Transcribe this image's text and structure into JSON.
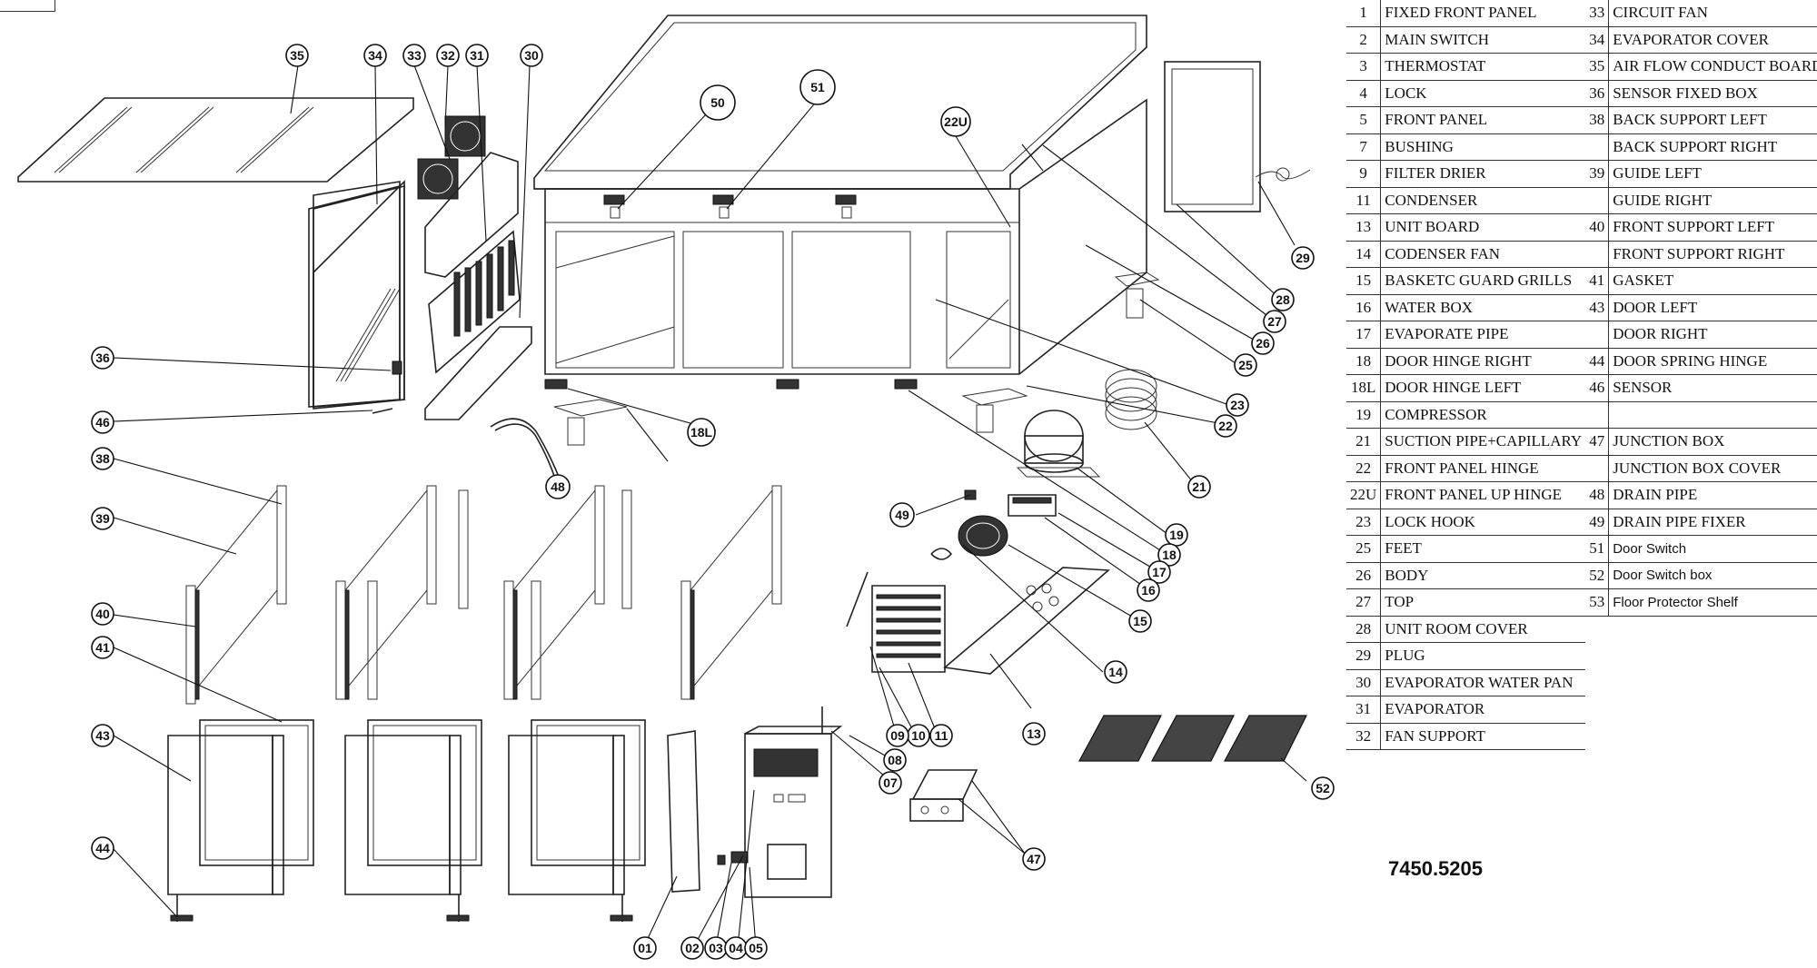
{
  "model_number": "7450.5205",
  "parts": [
    {
      "no": "1",
      "name": "FIXED FRONT PANEL",
      "no2": "33",
      "name2": "CIRCUIT FAN"
    },
    {
      "no": "2",
      "name": "MAIN SWITCH",
      "no2": "34",
      "name2": "EVAPORATOR COVER"
    },
    {
      "no": "3",
      "name": "THERMOSTAT",
      "no2": "35",
      "name2": "AIR FLOW CONDUCT BOARD"
    },
    {
      "no": "4",
      "name": "LOCK",
      "no2": "36",
      "name2": "SENSOR FIXED BOX"
    },
    {
      "no": "5",
      "name": "FRONT PANEL",
      "no2": "38",
      "name2": "BACK SUPPORT LEFT"
    },
    {
      "no": "7",
      "name": "BUSHING",
      "no2": "",
      "name2": "BACK SUPPORT RIGHT"
    },
    {
      "no": "9",
      "name": "FILTER DRIER",
      "no2": "39",
      "name2": "GUIDE LEFT"
    },
    {
      "no": "11",
      "name": "CONDENSER",
      "no2": "",
      "name2": "GUIDE RIGHT"
    },
    {
      "no": "13",
      "name": "UNIT BOARD",
      "no2": "40",
      "name2": "FRONT SUPPORT LEFT"
    },
    {
      "no": "14",
      "name": "CODENSER FAN",
      "no2": "",
      "name2": "FRONT SUPPORT RIGHT"
    },
    {
      "no": "15",
      "name": "BASKETC GUARD GRILLS",
      "no2": "41",
      "name2": "GASKET"
    },
    {
      "no": "16",
      "name": "WATER BOX",
      "no2": "43",
      "name2": "DOOR LEFT"
    },
    {
      "no": "17",
      "name": "EVAPORATE PIPE",
      "no2": "",
      "name2": "DOOR RIGHT"
    },
    {
      "no": "18",
      "name": "DOOR HINGE RIGHT",
      "no2": "44",
      "name2": "DOOR SPRING HINGE"
    },
    {
      "no": "18L",
      "name": "DOOR HINGE LEFT",
      "no2": "46",
      "name2": "SENSOR"
    },
    {
      "no": "19",
      "name": "COMPRESSOR",
      "no2": "",
      "name2": ""
    },
    {
      "no": "21",
      "name": "SUCTION PIPE+CAPILLARY",
      "no2": "47",
      "name2": "JUNCTION BOX"
    },
    {
      "no": "22",
      "name": "FRONT PANEL HINGE",
      "no2": "",
      "name2": "JUNCTION BOX COVER"
    },
    {
      "no": "22U",
      "name": "FRONT PANEL UP HINGE",
      "no2": "48",
      "name2": "DRAIN PIPE"
    },
    {
      "no": "23",
      "name": "LOCK HOOK",
      "no2": "49",
      "name2": "DRAIN PIPE FIXER"
    },
    {
      "no": "25",
      "name": "FEET",
      "no2": "51",
      "name2": "Door Switch"
    },
    {
      "no": "26",
      "name": "BODY",
      "no2": "52",
      "name2": "Door Switch box"
    },
    {
      "no": "27",
      "name": "TOP",
      "no2": "53",
      "name2": "Floor Protector Shelf"
    },
    {
      "no": "28",
      "name": "UNIT ROOM COVER"
    },
    {
      "no": "29",
      "name": "PLUG"
    },
    {
      "no": "30",
      "name": "EVAPORATOR WATER PAN"
    },
    {
      "no": "31",
      "name": "EVAPORATOR"
    },
    {
      "no": "32",
      "name": "FAN SUPPORT"
    }
  ],
  "callouts": {
    "c35": "35",
    "c34": "34",
    "c33": "33",
    "c32": "32",
    "c31": "31",
    "c30": "30",
    "c50": "50",
    "c51": "51",
    "c22U": "22U",
    "c29": "29",
    "c28": "28",
    "c27": "27",
    "c26": "26",
    "c25": "25",
    "c23": "23",
    "c22": "22",
    "c21": "21",
    "c19": "19",
    "c18": "18",
    "c17": "17",
    "c16": "16",
    "c15": "15",
    "c14": "14",
    "c13": "13",
    "c11": "11",
    "c10": "10",
    "c09": "09",
    "c08": "08",
    "c07": "07",
    "c05": "05",
    "c04": "04",
    "c03": "03",
    "c02": "02",
    "c01": "01",
    "c36": "36",
    "c46": "46",
    "c38": "38",
    "c39": "39",
    "c40": "40",
    "c41": "41",
    "c43": "43",
    "c44": "44",
    "c48": "48",
    "c18L": "18L",
    "c49": "49",
    "c47": "47",
    "c52": "52"
  }
}
